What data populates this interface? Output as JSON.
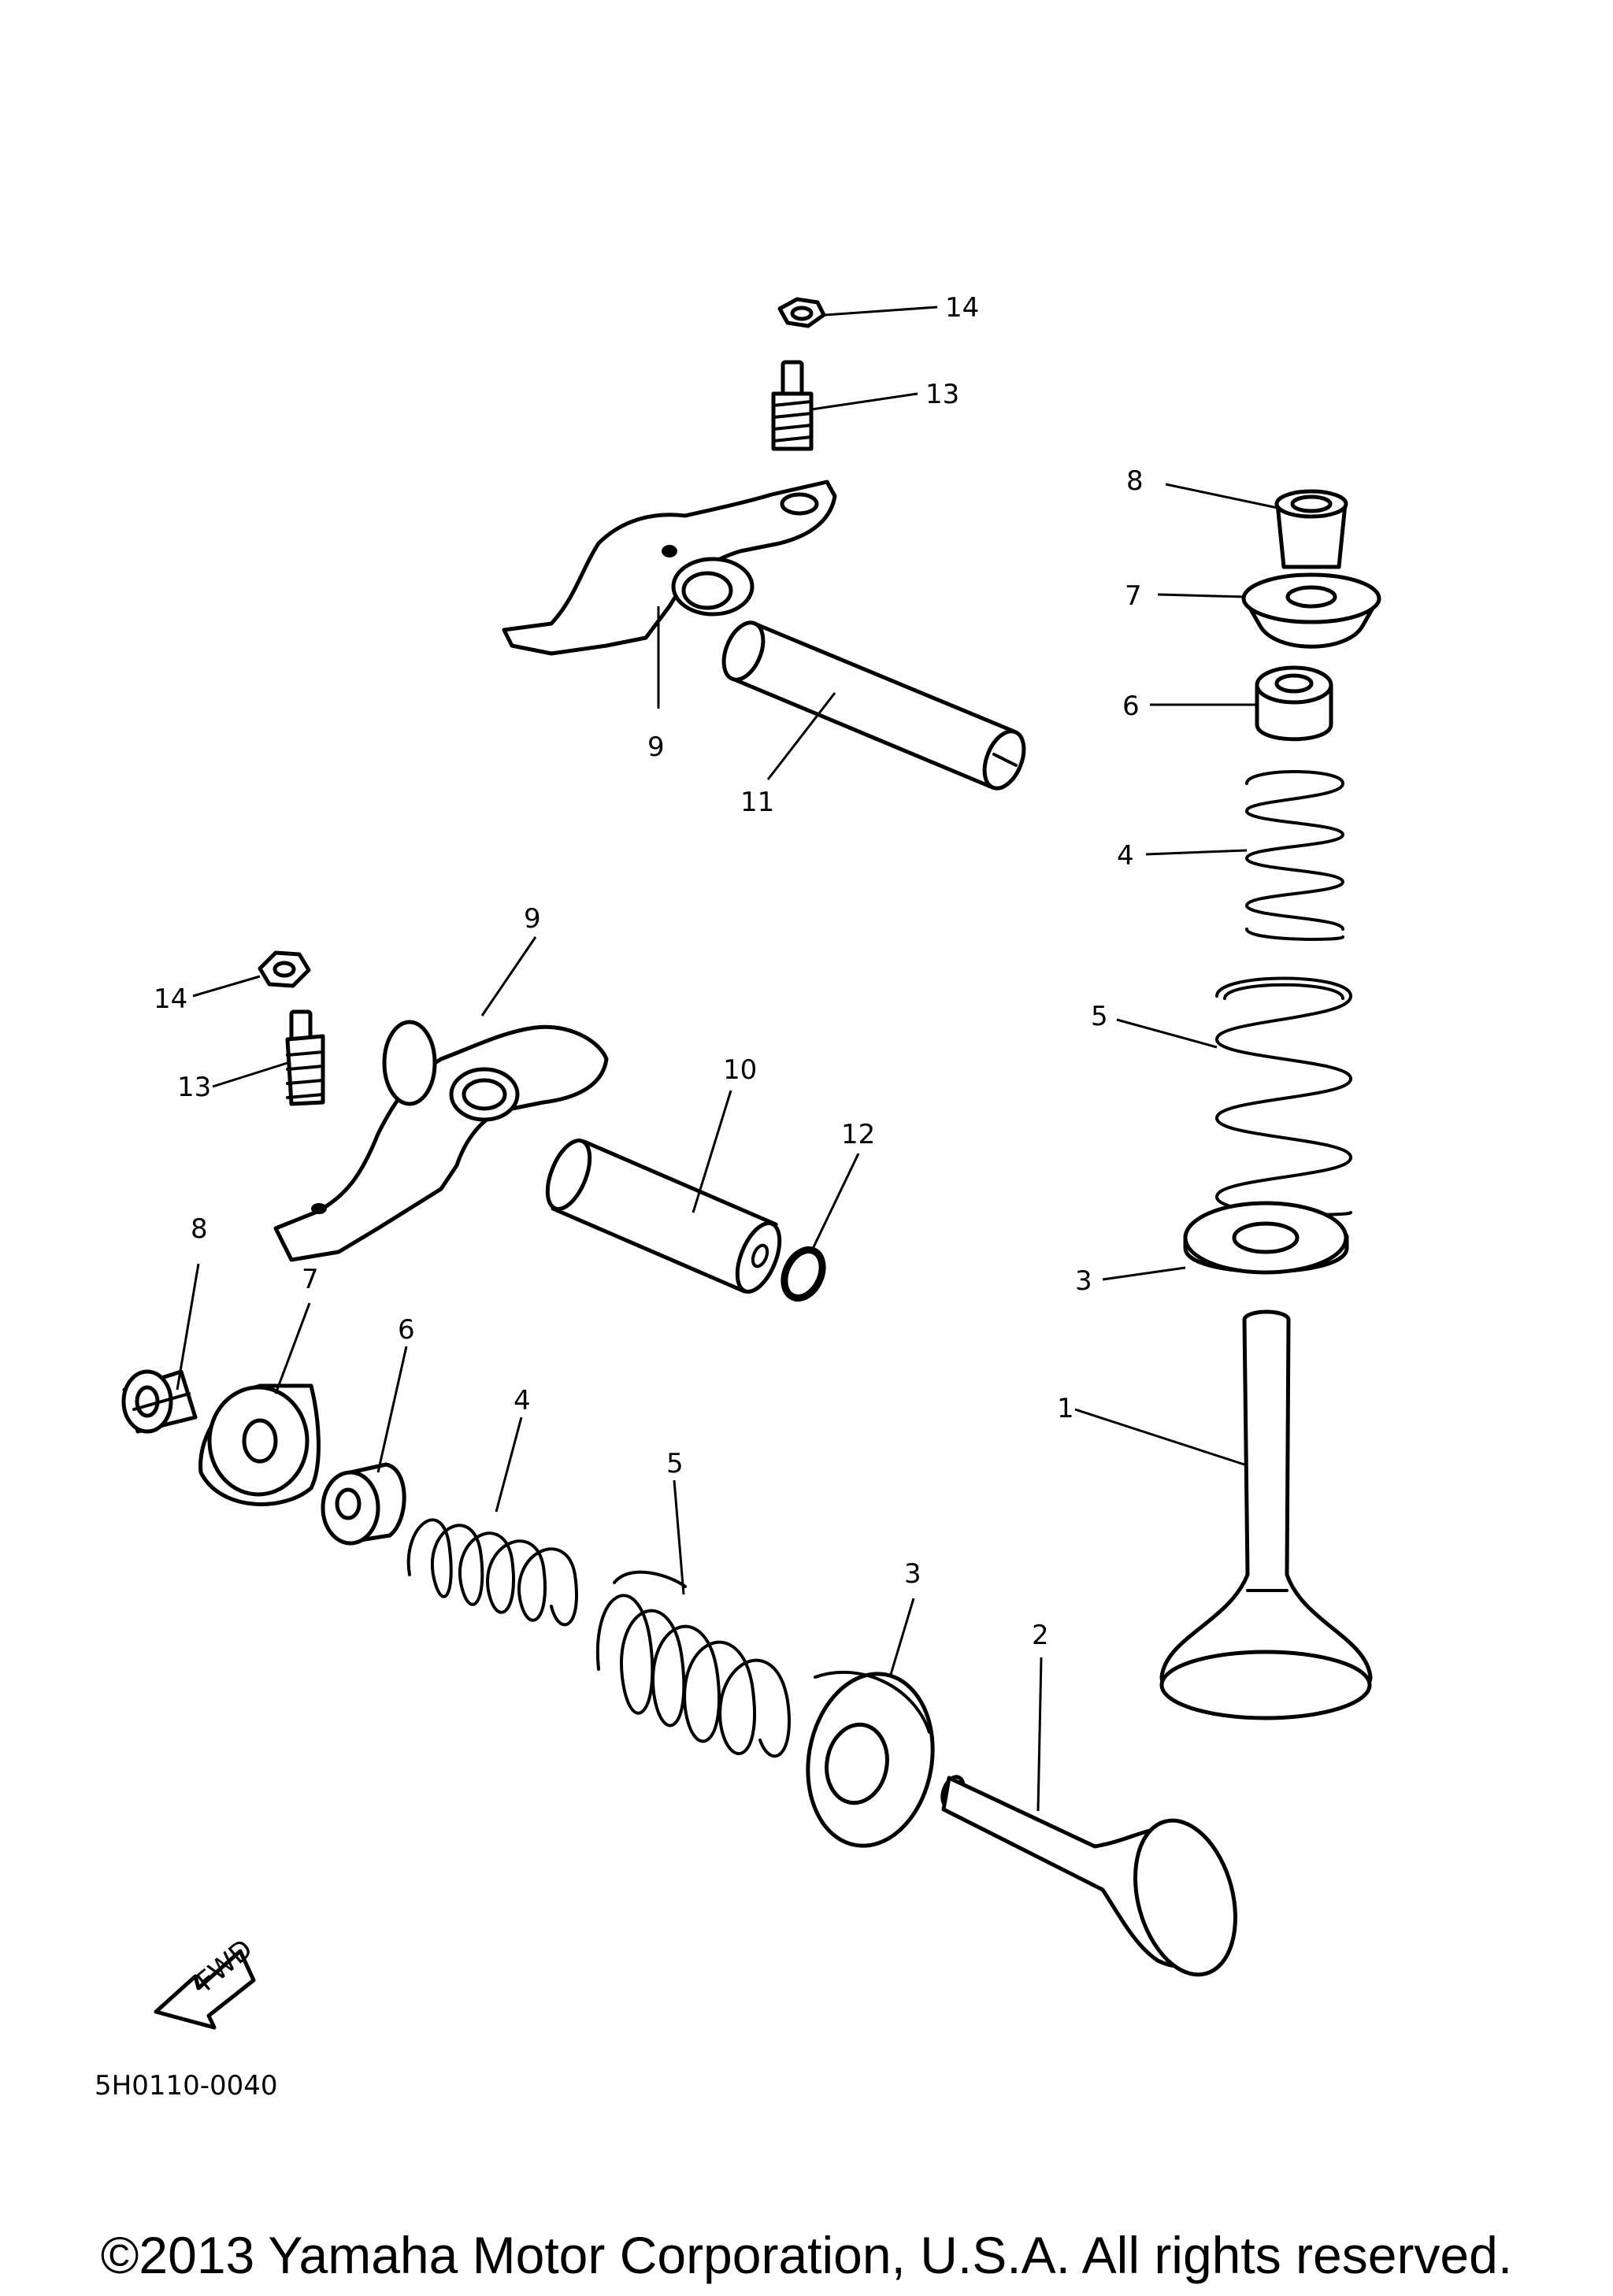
{
  "callouts": {
    "c14_top": "14",
    "c13_top": "13",
    "c8_right": "8",
    "c7_right": "7",
    "c6_right": "6",
    "c9_top": "9",
    "c11": "11",
    "c4_right": "4",
    "c9_mid": "9",
    "c14_left": "14",
    "c5_right": "5",
    "c10": "10",
    "c13_left": "13",
    "c12": "12",
    "c8_left": "8",
    "c3_right": "3",
    "c7_left": "7",
    "c6_left": "6",
    "c4_left": "4",
    "c1": "1",
    "c5_left": "5",
    "c3_left": "3",
    "c2": "2"
  },
  "fwd_marker": "FWD",
  "figure_code": "5H0110-0040",
  "copyright": "©2013 Yamaha Motor Corporation, U.S.A. All rights reserved."
}
